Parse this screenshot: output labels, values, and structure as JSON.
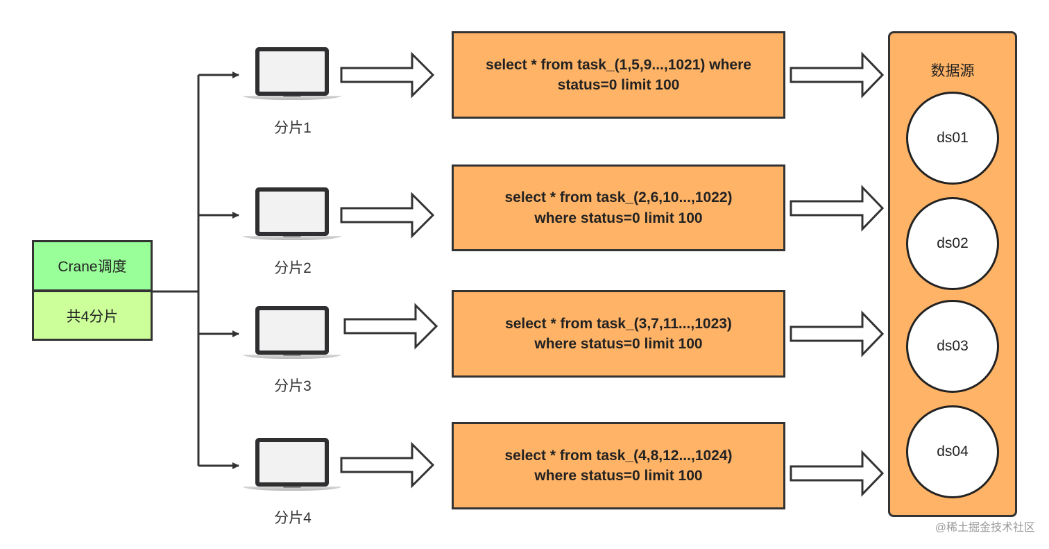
{
  "scheduler": {
    "title": "Crane调度",
    "subtitle": "共4分片"
  },
  "shards": [
    {
      "label": "分片1",
      "query_line1": "select * from task_(1,5,9...,1021) where",
      "query_line2": "status=0 limit 100"
    },
    {
      "label": "分片2",
      "query_line1": "select * from task_(2,6,10...,1022)",
      "query_line2": "where status=0 limit 100"
    },
    {
      "label": "分片3",
      "query_line1": "select * from task_(3,7,11...,1023)",
      "query_line2": "where status=0 limit 100"
    },
    {
      "label": "分片4",
      "query_line1": "select * from task_(4,8,12...,1024)",
      "query_line2": "where status=0 limit 100"
    }
  ],
  "datasource": {
    "title": "数据源",
    "nodes": [
      "ds01",
      "ds02",
      "ds03",
      "ds04"
    ]
  },
  "watermark": "@稀土掘金技术社区",
  "colors": {
    "scheduler_top": "#99ff99",
    "scheduler_bottom": "#ccff99",
    "query_box": "#ffb366",
    "stroke": "#333333"
  },
  "icons": [
    "laptop-icon",
    "arrow-right-icon",
    "hollow-arrow-icon"
  ]
}
